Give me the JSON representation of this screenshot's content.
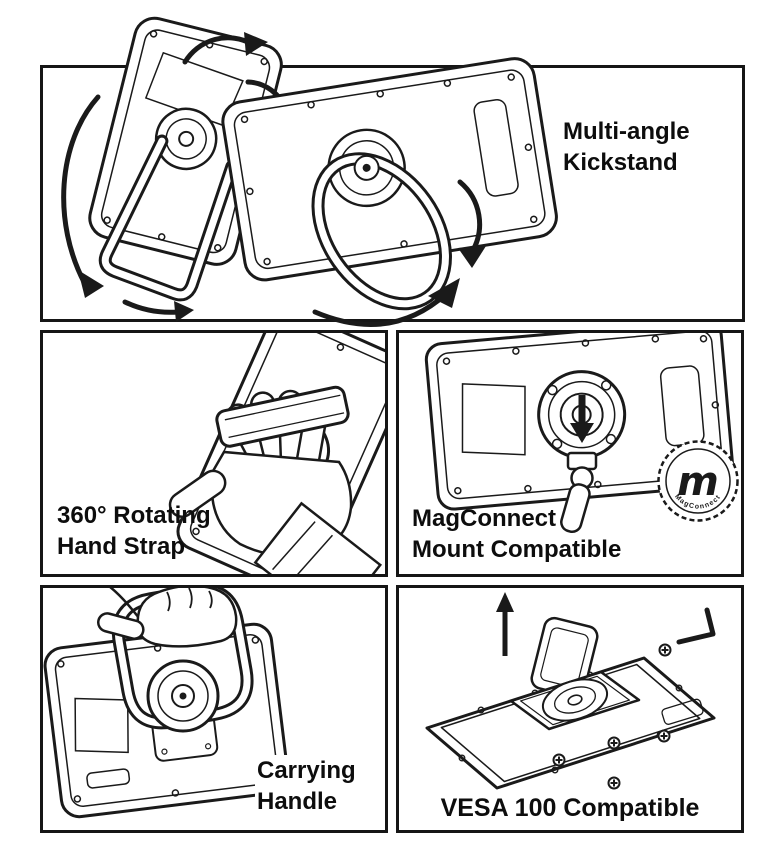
{
  "colors": {
    "line": "#1a1a1a",
    "background": "#ffffff"
  },
  "panels": {
    "kickstand": {
      "line1": "Multi-angle",
      "line2": "Kickstand"
    },
    "hand_strap": {
      "line1": "360° Rotating",
      "line2": "Hand Strap"
    },
    "magconnect": {
      "line1": "MagConnect",
      "line2": "Mount Compatible",
      "badge_letter": "m",
      "badge_rim_text": "MagConnect"
    },
    "carrying_handle": {
      "line1": "Carrying",
      "line2": "Handle"
    },
    "vesa": {
      "label": "VESA 100 Compatible"
    }
  }
}
